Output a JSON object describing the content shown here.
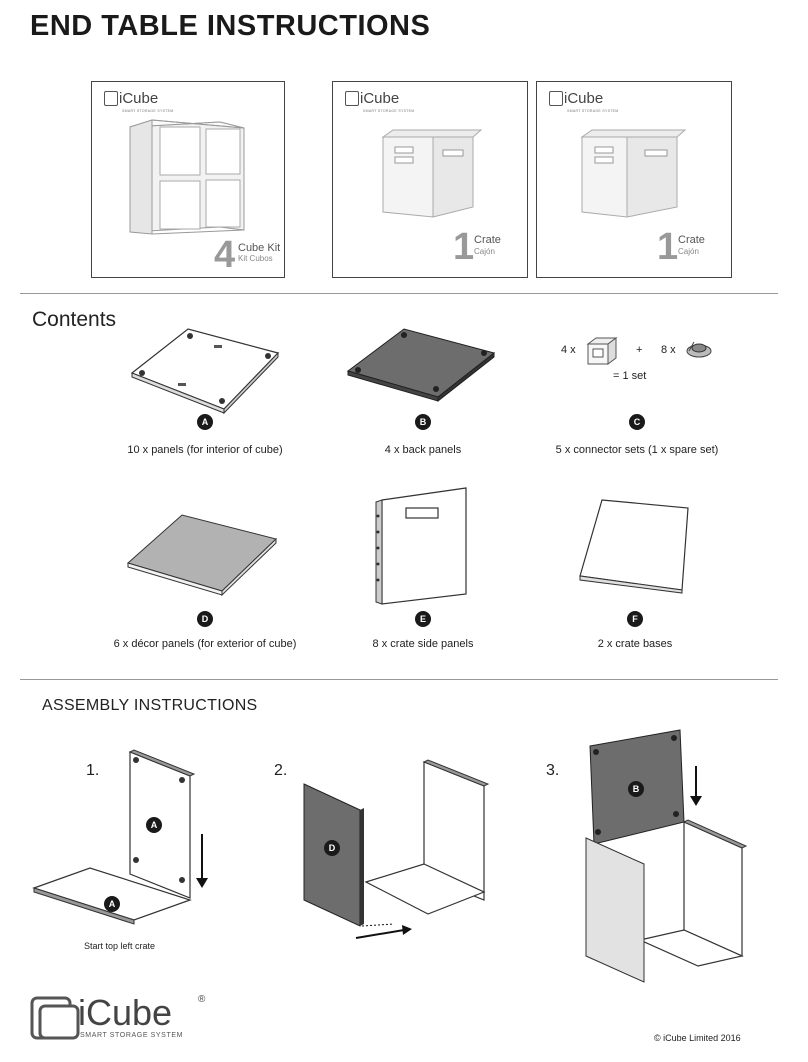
{
  "title": "END TABLE INSTRUCTIONS",
  "brand": {
    "name": "iCube",
    "registered": "®",
    "tagline": "SMART STORAGE SYSTEM"
  },
  "products": [
    {
      "number": "4",
      "label": "Cube Kit",
      "sublabel": "Kit Cubos"
    },
    {
      "number": "1",
      "label": "Crate",
      "sublabel": "Cajón"
    },
    {
      "number": "1",
      "label": "Crate",
      "sublabel": "Cajón"
    }
  ],
  "contents": {
    "heading": "Contents",
    "connector_qty_a": "4 x",
    "plus": "+",
    "connector_qty_b": "8 x",
    "set_note": "= 1 set",
    "items": [
      {
        "letter": "A",
        "caption": "10 x panels (for interior of cube)"
      },
      {
        "letter": "B",
        "caption": "4 x back panels"
      },
      {
        "letter": "C",
        "caption": "5 x connector sets (1 x spare set)"
      },
      {
        "letter": "D",
        "caption": "6 x décor panels (for exterior of cube)"
      },
      {
        "letter": "E",
        "caption": "8 x crate side panels"
      },
      {
        "letter": "F",
        "caption": "2 x crate bases"
      }
    ]
  },
  "assembly": {
    "heading": "ASSEMBLY INSTRUCTIONS",
    "steps": [
      {
        "number": "1.",
        "badges": [
          "A",
          "A"
        ],
        "note": "Start top left crate"
      },
      {
        "number": "2.",
        "badges": [
          "D"
        ]
      },
      {
        "number": "3.",
        "badges": [
          "B"
        ]
      }
    ]
  },
  "footer": {
    "copyright": "© iCube Limited 2016"
  }
}
